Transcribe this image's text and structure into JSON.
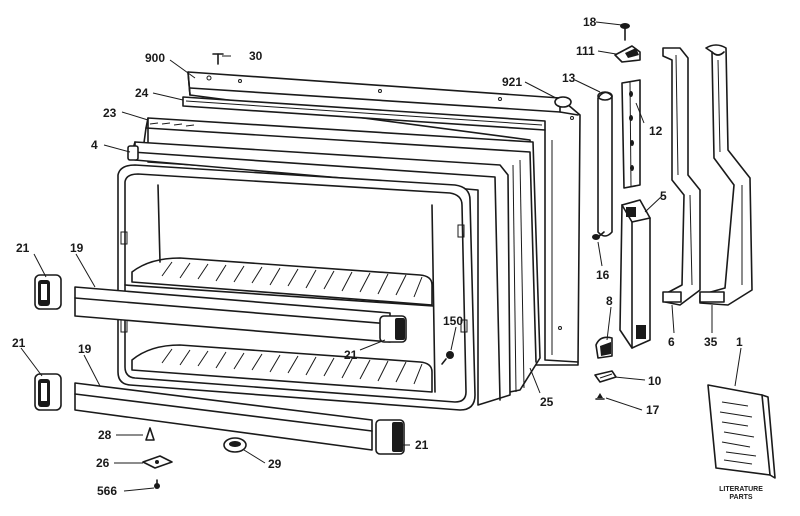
{
  "callouts": {
    "c18": "18",
    "c111": "111",
    "c900": "900",
    "c30": "30",
    "c921": "921",
    "c13": "13",
    "c24": "24",
    "c12": "12",
    "c23": "23",
    "c4": "4",
    "c5": "5",
    "c21_left_top": "21",
    "c19_top": "19",
    "c16": "16",
    "c8": "8",
    "c150": "150",
    "c21_mid": "21",
    "c6": "6",
    "c35": "35",
    "c21_left_bottom": "21",
    "c19_bottom": "19",
    "c1": "1",
    "c10": "10",
    "c25": "25",
    "c17": "17",
    "c28": "28",
    "c21_bottom": "21",
    "c26": "26",
    "c29": "29",
    "c566": "566"
  },
  "literature": {
    "line1": "LITERATURE",
    "line2": "PARTS"
  }
}
